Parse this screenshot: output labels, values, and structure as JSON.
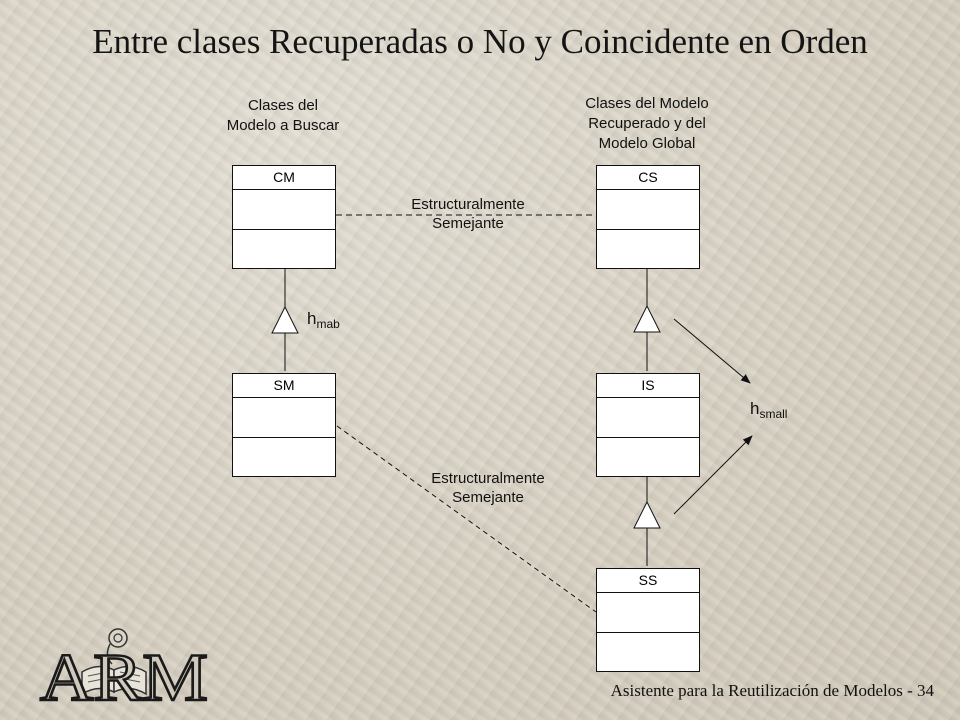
{
  "slide": {
    "title": "Entre clases Recuperadas o No y Coincidente en Orden",
    "footer": "Asistente para la Reutilización de Modelos - 34"
  },
  "diagram": {
    "left_caption": [
      "Clases del",
      "Modelo a Buscar"
    ],
    "right_caption": [
      "Clases del Modelo",
      "Recuperado y del",
      "Modelo Global"
    ],
    "classes": {
      "cm": "CM",
      "sm": "SM",
      "cs": "CS",
      "is": "IS",
      "ss": "SS"
    },
    "relation_top": [
      "Estructuralmente",
      "Semejante"
    ],
    "relation_bottom": [
      "Estructuralmente",
      "Semejante"
    ],
    "h_mab": {
      "base": "h",
      "sub": "mab"
    },
    "h_small": {
      "base": "h",
      "sub": "small"
    }
  },
  "logo": {
    "text": "ARM",
    "icon": "open-book-and-scroll-icon"
  },
  "colors": {
    "line": "#111111",
    "class_fill": "#ffffff",
    "background": "#d9d3c6"
  }
}
